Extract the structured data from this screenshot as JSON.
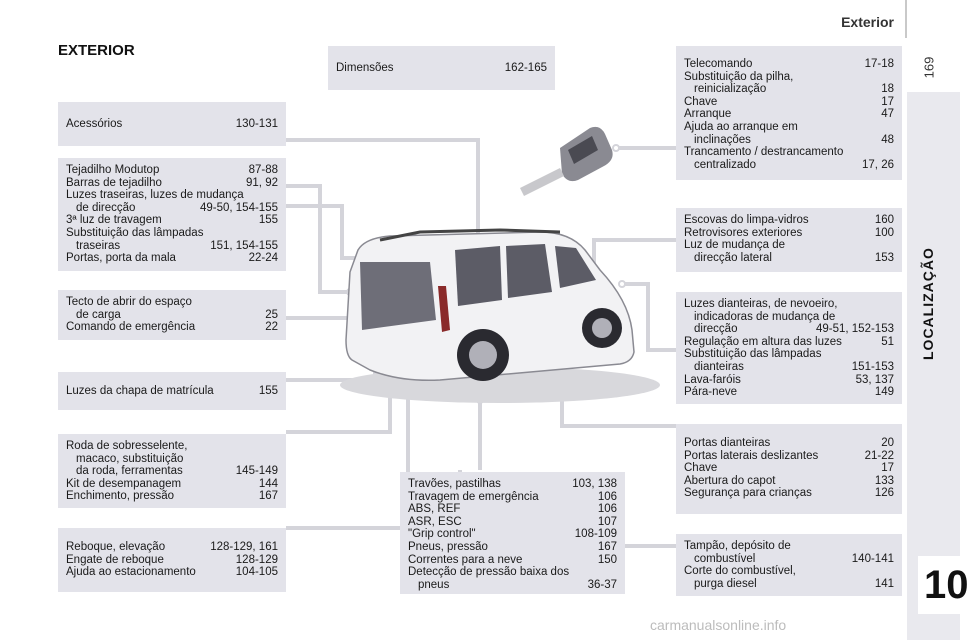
{
  "header": {
    "title": "Exterior",
    "page_number": "169"
  },
  "side_tab": {
    "label": "LOCALIZAÇÃO",
    "chapter": "10"
  },
  "section_title": "EXTERIOR",
  "boxes": {
    "dimensoes": [
      {
        "text": "Dimensões",
        "pages": "162-165"
      }
    ],
    "acessorios": [
      {
        "text": "Acessórios",
        "pages": "130-131"
      }
    ],
    "tejadilho": [
      {
        "text": "Tejadilho Modutop",
        "pages": "87-88"
      },
      {
        "text": "Barras de tejadilho",
        "pages": "91, 92"
      },
      {
        "text": "Luzes traseiras, luzes de mudança",
        "pages": ""
      },
      {
        "text": "de direcção",
        "pages": "49-50, 154-155",
        "indent": true
      },
      {
        "text": "3ª luz de travagem",
        "pages": "155"
      },
      {
        "text": "Substituição das lâmpadas",
        "pages": ""
      },
      {
        "text": "traseiras",
        "pages": "151, 154-155",
        "indent": true
      },
      {
        "text": "Portas, porta da mala",
        "pages": "22-24"
      }
    ],
    "tecto": [
      {
        "text": "Tecto de abrir do espaço",
        "pages": ""
      },
      {
        "text": "de carga",
        "pages": "25",
        "indent": true
      },
      {
        "text": "Comando de emergência",
        "pages": "22"
      }
    ],
    "matricula": [
      {
        "text": "Luzes da chapa de matrícula",
        "pages": "155"
      }
    ],
    "roda": [
      {
        "text": "Roda de sobresselente,",
        "pages": ""
      },
      {
        "text": "macaco, substituição",
        "pages": "",
        "indent": true
      },
      {
        "text": "da roda, ferramentas",
        "pages": "145-149",
        "indent": true
      },
      {
        "text": "Kit de desempanagem",
        "pages": "144"
      },
      {
        "text": "Enchimento, pressão",
        "pages": "167"
      }
    ],
    "reboque": [
      {
        "text": "Reboque, elevação",
        "pages": "128-129, 161"
      },
      {
        "text": "Engate de reboque",
        "pages": "128-129"
      },
      {
        "text": "Ajuda ao estacionamento",
        "pages": "104-105"
      }
    ],
    "travoes": [
      {
        "text": "Travões, pastilhas",
        "pages": "103, 138"
      },
      {
        "text": "Travagem de emergência",
        "pages": "106"
      },
      {
        "text": "ABS, REF",
        "pages": "106"
      },
      {
        "text": "ASR, ESC",
        "pages": "107"
      },
      {
        "text": "\"Grip control\"",
        "pages": "108-109"
      },
      {
        "text": "Pneus, pressão",
        "pages": "167"
      },
      {
        "text": "Correntes para a neve",
        "pages": "150"
      },
      {
        "text": "Detecção de pressão baixa dos",
        "pages": ""
      },
      {
        "text": "pneus",
        "pages": "36-37",
        "indent": true
      }
    ],
    "telecomando": [
      {
        "text": "Telecomando",
        "pages": "17-18"
      },
      {
        "text": "Substituição da pilha,",
        "pages": ""
      },
      {
        "text": "reinicialização",
        "pages": "18",
        "indent": true
      },
      {
        "text": "Chave",
        "pages": "17"
      },
      {
        "text": "Arranque",
        "pages": "47"
      },
      {
        "text": "Ajuda ao arranque em",
        "pages": ""
      },
      {
        "text": "inclinações",
        "pages": "48",
        "indent": true
      },
      {
        "text": "Trancamento / destrancamento",
        "pages": ""
      },
      {
        "text": "centralizado",
        "pages": "17, 26",
        "indent": true
      }
    ],
    "escovas": [
      {
        "text": "Escovas do limpa-vidros",
        "pages": "160"
      },
      {
        "text": "Retrovisores exteriores",
        "pages": "100"
      },
      {
        "text": "Luz de mudança de",
        "pages": ""
      },
      {
        "text": "direcção lateral",
        "pages": "153",
        "indent": true
      }
    ],
    "luzes_dianteiras": [
      {
        "text": "Luzes dianteiras, de nevoeiro,",
        "pages": ""
      },
      {
        "text": "indicadoras de mudança de",
        "pages": "",
        "indent": true
      },
      {
        "text": "direcção",
        "pages": "49-51, 152-153",
        "indent": true
      },
      {
        "text": "Regulação em altura das luzes",
        "pages": "51"
      },
      {
        "text": "Substituição das lâmpadas",
        "pages": ""
      },
      {
        "text": "dianteiras",
        "pages": "151-153",
        "indent": true
      },
      {
        "text": "Lava-faróis",
        "pages": "53, 137"
      },
      {
        "text": "Pára-neve",
        "pages": "149"
      }
    ],
    "portas": [
      {
        "text": "Portas dianteiras",
        "pages": "20"
      },
      {
        "text": "Portas laterais deslizantes",
        "pages": "21-22"
      },
      {
        "text": "Chave",
        "pages": "17"
      },
      {
        "text": "Abertura do capot",
        "pages": "133"
      },
      {
        "text": "Segurança para crianças",
        "pages": "126"
      }
    ],
    "tampao": [
      {
        "text": "Tampão, depósito de",
        "pages": ""
      },
      {
        "text": "combustível",
        "pages": "140-141",
        "indent": true
      },
      {
        "text": "Corte do combustível,",
        "pages": ""
      },
      {
        "text": "purga diesel",
        "pages": "141",
        "indent": true
      }
    ]
  },
  "watermark": "carmanualsonline.info",
  "colors": {
    "box_bg": "#e3e3ea",
    "line": "#d0d0d6",
    "tab_bg": "#e9e9ee"
  }
}
